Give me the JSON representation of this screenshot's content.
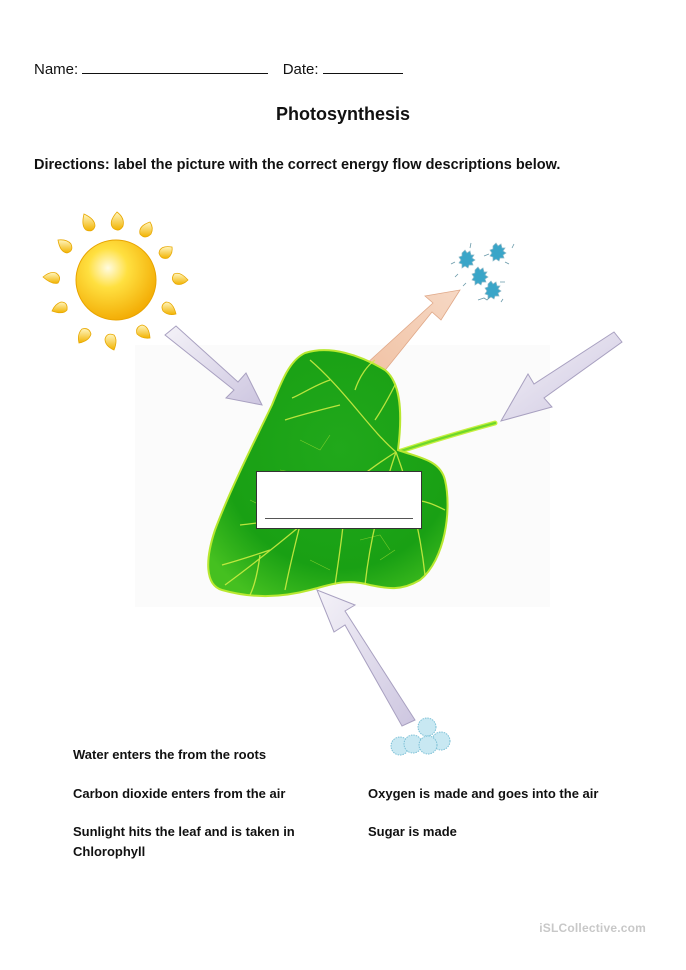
{
  "header": {
    "name_label": "Name:",
    "date_label": "Date:"
  },
  "title": "Photosynthesis",
  "directions": "Directions: label the picture with the correct energy flow descriptions below.",
  "diagram": {
    "elements": [
      "sun-icon",
      "leaf",
      "oxygen-icon",
      "sugar-icon",
      "arrow-sunlight-in",
      "arrow-oxygen-out",
      "arrow-carbon-dioxide-in",
      "arrow-water-in",
      "answer-box"
    ],
    "colors": {
      "leaf": "#1fa51a",
      "leaf_vein": "#d8f040",
      "sun": "#f7c20c",
      "arrow_in": "#d9d4e8",
      "arrow_out": "#f1c4a6",
      "oxygen": "#3aa5c8",
      "sugar": "#bfe3ee"
    }
  },
  "descriptions": [
    {
      "text": "Water enters the from the roots"
    },
    {
      "text": "Carbon dioxide enters from the air"
    },
    {
      "text": "Oxygen is made and goes into the air"
    },
    {
      "text": "Sunlight hits the leaf and is taken in Chlorophyll"
    },
    {
      "text": "Sugar is made"
    }
  ],
  "watermark": "iSLCollective.com"
}
